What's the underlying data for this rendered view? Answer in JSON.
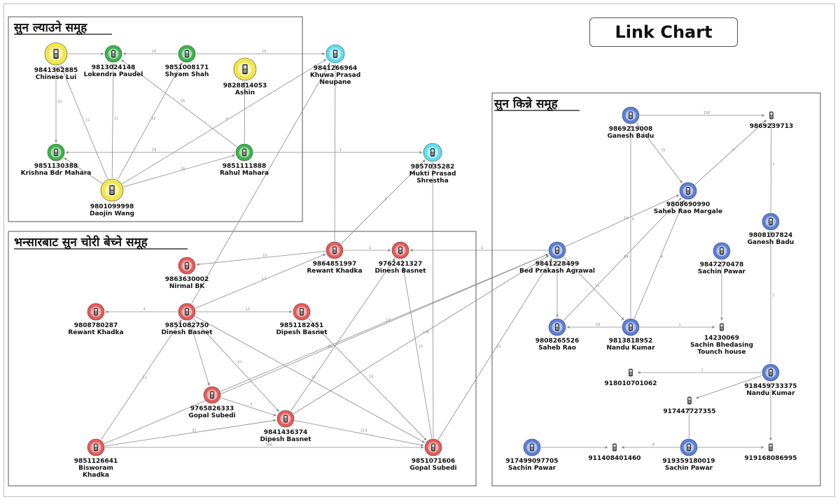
{
  "title": "Link Chart",
  "groups": [
    {
      "id": "g1",
      "label": "सुन ल्याउने समूह"
    },
    {
      "id": "g2",
      "label": "भन्सारबाट सुन चोरी बेच्ने समूह"
    },
    {
      "id": "g3",
      "label": "सुन किन्ने समूह"
    }
  ],
  "colors": {
    "yellow": "#f2e64c",
    "green": "#39b54a",
    "cyan": "#5ce1f0",
    "red": "#e85a5a",
    "blue": "#5b7fd9",
    "edge": "#8a8a8a"
  },
  "nodes": [
    {
      "id": "n1",
      "number": "9841362885",
      "name": "Chinese Lui",
      "color": "yellow",
      "shape": "ring"
    },
    {
      "id": "n2",
      "number": "9813024148",
      "name": "Lokendra Paudel",
      "color": "green",
      "shape": "ring"
    },
    {
      "id": "n3",
      "number": "9851008171",
      "name": "Shyam  Shah",
      "color": "green",
      "shape": "ring"
    },
    {
      "id": "n4",
      "number": "9828814053",
      "name": "Ashin",
      "color": "yellow",
      "shape": "ring"
    },
    {
      "id": "n5",
      "number": "9841266964",
      "name": "Khuwa Prasad\nNeupane",
      "color": "cyan",
      "shape": "ring"
    },
    {
      "id": "n6",
      "number": "9851130388",
      "name": "Krishna Bdr Mahara",
      "color": "green",
      "shape": "ring"
    },
    {
      "id": "n7",
      "number": "9851111888",
      "name": "Rahul Mahara",
      "color": "green",
      "shape": "ring"
    },
    {
      "id": "n8",
      "number": "9801099998",
      "name": "Daojin Wang",
      "color": "yellow",
      "shape": "ring"
    },
    {
      "id": "n9",
      "number": "9857035282",
      "name": "Mukti Prasad\nShrestha",
      "color": "cyan",
      "shape": "ring"
    },
    {
      "id": "n10",
      "number": "9863630002",
      "name": "Nirmal BK",
      "color": "red",
      "shape": "ring"
    },
    {
      "id": "n11",
      "number": "9864851997",
      "name": "Rewant Khadka",
      "color": "red",
      "shape": "ring"
    },
    {
      "id": "n12",
      "number": "9762421327",
      "name": "Dinesh Basnet",
      "color": "red",
      "shape": "ring"
    },
    {
      "id": "n13",
      "number": "9808780287",
      "name": "Rewant Khadka",
      "color": "red",
      "shape": "ring"
    },
    {
      "id": "n14",
      "number": "9851082750",
      "name": "Dinesh Basnet",
      "color": "red",
      "shape": "ring"
    },
    {
      "id": "n15",
      "number": "9851182451",
      "name": "Dipesh Basnet",
      "color": "red",
      "shape": "ring"
    },
    {
      "id": "n16",
      "number": "9765826333",
      "name": "Gopal Subedi",
      "color": "red",
      "shape": "ring"
    },
    {
      "id": "n17",
      "number": "9841436374",
      "name": "Dipesh Basnet",
      "color": "red",
      "shape": "ring"
    },
    {
      "id": "n18",
      "number": "9851126641",
      "name": "Bisworam\nKhadka",
      "color": "red",
      "shape": "ring"
    },
    {
      "id": "n19",
      "number": "9851071606",
      "name": "Gopal Subedi",
      "color": "red",
      "shape": "ring"
    },
    {
      "id": "n20",
      "number": "9841228499",
      "name": "Bed Prakash Agrawal",
      "color": "blue",
      "shape": "ring"
    },
    {
      "id": "n21",
      "number": "9869219008",
      "name": "Ganesh Badu",
      "color": "blue",
      "shape": "ring"
    },
    {
      "id": "n22",
      "number": "9869239713",
      "name": "",
      "color": "blue",
      "shape": "phone"
    },
    {
      "id": "n23",
      "number": "9808690990",
      "name": "Saheb Rao Margale",
      "color": "blue",
      "shape": "ring"
    },
    {
      "id": "n24",
      "number": "9808107824",
      "name": "Ganesh Badu",
      "color": "blue",
      "shape": "ring"
    },
    {
      "id": "n25",
      "number": "9847270478",
      "name": "Sachin Pawar",
      "color": "blue",
      "shape": "ring"
    },
    {
      "id": "n26",
      "number": "9808265526",
      "name": "Saheb Rao",
      "color": "blue",
      "shape": "ring"
    },
    {
      "id": "n27",
      "number": "9813818952",
      "name": "Nandu Kumar",
      "color": "blue",
      "shape": "ring"
    },
    {
      "id": "n28",
      "number": "14230069",
      "name": "Sachin Bhedasing\nTounch house",
      "color": "blue",
      "shape": "phone"
    },
    {
      "id": "n29",
      "number": "918010701062",
      "name": "",
      "color": "blue",
      "shape": "phone"
    },
    {
      "id": "n30",
      "number": "918459733375",
      "name": "Nandu Kumar",
      "color": "blue",
      "shape": "ring"
    },
    {
      "id": "n31",
      "number": "917447727355",
      "name": "",
      "color": "blue",
      "shape": "phone"
    },
    {
      "id": "n32",
      "number": "917499097705",
      "name": "Sachin Pawar",
      "color": "blue",
      "shape": "ring"
    },
    {
      "id": "n33",
      "number": "911408401460",
      "name": "",
      "color": "blue",
      "shape": "phone"
    },
    {
      "id": "n34",
      "number": "919359180019",
      "name": "Sachin Pawar",
      "color": "blue",
      "shape": "ring"
    },
    {
      "id": "n35",
      "number": "919168086995",
      "name": "",
      "color": "blue",
      "shape": "phone"
    }
  ],
  "edges": [
    {
      "from": "n1",
      "to": "n2",
      "label": ""
    },
    {
      "from": "n3",
      "to": "n2",
      "label": "10"
    },
    {
      "from": "n3",
      "to": "n5",
      "label": "10"
    },
    {
      "from": "n1",
      "to": "n6",
      "label": "13"
    },
    {
      "from": "n8",
      "to": "n1",
      "label": "11"
    },
    {
      "from": "n8",
      "to": "n2",
      "label": "11"
    },
    {
      "from": "n8",
      "to": "n3",
      "label": "52"
    },
    {
      "from": "n7",
      "to": "n2",
      "label": "16"
    },
    {
      "from": "n7",
      "to": "n4",
      "label": ""
    },
    {
      "from": "n7",
      "to": "n6",
      "label": "29"
    },
    {
      "from": "n7",
      "to": "n9",
      "label": "1"
    },
    {
      "from": "n8",
      "to": "n7",
      "label": "16"
    },
    {
      "from": "n8",
      "to": "n5",
      "label": "3"
    },
    {
      "from": "n8",
      "to": "n6",
      "label": ""
    },
    {
      "from": "n11",
      "to": "n5",
      "label": ""
    },
    {
      "from": "n11",
      "to": "n10",
      "label": "10"
    },
    {
      "from": "n11",
      "to": "n12",
      "label": "1"
    },
    {
      "from": "n11",
      "to": "n9",
      "label": "3"
    },
    {
      "from": "n20",
      "to": "n12",
      "label": "1"
    },
    {
      "from": "n14",
      "to": "n11",
      "label": "13"
    },
    {
      "from": "n14",
      "to": "n5",
      "label": ""
    },
    {
      "from": "n14",
      "to": "n13",
      "label": "4"
    },
    {
      "from": "n14",
      "to": "n15",
      "label": "13"
    },
    {
      "from": "n14",
      "to": "n16",
      "label": ""
    },
    {
      "from": "n14",
      "to": "n17",
      "label": "37"
    },
    {
      "from": "n14",
      "to": "n19",
      "label": "17"
    },
    {
      "from": "n18",
      "to": "n14",
      "label": "11"
    },
    {
      "from": "n15",
      "to": "n19",
      "label": "19"
    },
    {
      "from": "n16",
      "to": "n17",
      "label": "3"
    },
    {
      "from": "n16",
      "to": "n20",
      "label": "18"
    },
    {
      "from": "n18",
      "to": "n17",
      "label": "32"
    },
    {
      "from": "n18",
      "to": "n19",
      "label": "146"
    },
    {
      "from": "n18",
      "to": "n20",
      "label": "26"
    },
    {
      "from": "n17",
      "to": "n19",
      "label": "219"
    },
    {
      "from": "n17",
      "to": "n12",
      "label": ""
    },
    {
      "from": "n17",
      "to": "n20",
      "label": "176"
    },
    {
      "from": "n19",
      "to": "n12",
      "label": "33"
    },
    {
      "from": "n19",
      "to": "n9",
      "label": ""
    },
    {
      "from": "n19",
      "to": "n20",
      "label": "23"
    },
    {
      "from": "n21",
      "to": "n22",
      "label": "150"
    },
    {
      "from": "n21",
      "to": "n23",
      "label": "79"
    },
    {
      "from": "n23",
      "to": "n22",
      "label": "3"
    },
    {
      "from": "n24",
      "to": "n22",
      "label": "7"
    },
    {
      "from": "n20",
      "to": "n23",
      "label": "16"
    },
    {
      "from": "n20",
      "to": "n26",
      "label": ""
    },
    {
      "from": "n20",
      "to": "n27",
      "label": "15"
    },
    {
      "from": "n26",
      "to": "n23",
      "label": "94"
    },
    {
      "from": "n27",
      "to": "n23",
      "label": "4"
    },
    {
      "from": "n27",
      "to": "n21",
      "label": "6"
    },
    {
      "from": "n27",
      "to": "n26",
      "label": "19"
    },
    {
      "from": "n27",
      "to": "n28",
      "label": "1"
    },
    {
      "from": "n25",
      "to": "n28",
      "label": ""
    },
    {
      "from": "n30",
      "to": "n29",
      "label": "1"
    },
    {
      "from": "n30",
      "to": "n24",
      "label": "1"
    },
    {
      "from": "n30",
      "to": "n31",
      "label": ""
    },
    {
      "from": "n30",
      "to": "n35",
      "label": ""
    },
    {
      "from": "n32",
      "to": "n33",
      "label": ""
    },
    {
      "from": "n34",
      "to": "n33",
      "label": "4"
    },
    {
      "from": "n34",
      "to": "n31",
      "label": ""
    },
    {
      "from": "n34",
      "to": "n35",
      "label": ""
    }
  ]
}
